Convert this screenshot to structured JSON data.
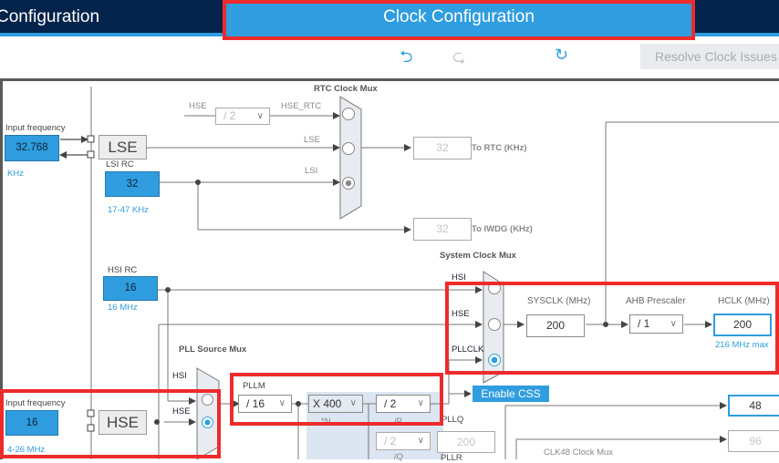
{
  "header": {
    "left_title": "Configuration",
    "active_tab": "Clock Configuration"
  },
  "toolbar": {
    "undo_icon": "undo-icon",
    "redo_icon": "redo-icon",
    "reset_icon": "refresh-icon",
    "resolve_label": "Resolve Clock Issues"
  },
  "lse": {
    "input_label": "Input frequency",
    "value": "32.768",
    "unit": "KHz",
    "block": "LSE"
  },
  "lsi": {
    "label": "LSI RC",
    "value": "32",
    "range": "17-47 KHz"
  },
  "rtc_mux": {
    "title": "RTC Clock Mux",
    "hse_label": "HSE",
    "hse_div": "/ 2",
    "inputs": [
      "HSE_RTC",
      "LSE",
      "LSI"
    ],
    "selected": "LSI",
    "rtc_value": "32",
    "rtc_label": "To RTC (KHz)",
    "iwdg_value": "32",
    "iwdg_label": "To IWDG (KHz)"
  },
  "hsi": {
    "label": "HSI RC",
    "value": "16",
    "unit": "16 MHz"
  },
  "sys_mux": {
    "title": "System Clock Mux",
    "inputs": [
      "HSI",
      "HSE",
      "PLLCLK"
    ],
    "selected": "PLLCLK"
  },
  "sysclk": {
    "label": "SYSCLK (MHz)",
    "value": "200"
  },
  "ahb": {
    "label": "AHB Prescaler",
    "value": "/ 1"
  },
  "hclk": {
    "label": "HCLK (MHz)",
    "value": "200",
    "max": "216 MHz max"
  },
  "pll_src_mux": {
    "title": "PLL Source Mux",
    "inputs": [
      "HSI",
      "HSE"
    ],
    "selected": "HSE"
  },
  "hse": {
    "input_label": "Input frequency",
    "value": "16",
    "range": "4-26 MHz",
    "block": "HSE"
  },
  "pll": {
    "pllm_label": "PLLM",
    "pllm": "/ 16",
    "n": "X 400",
    "n_label": "*N",
    "p": "/ 2",
    "p_label": "/P",
    "q": "/ 2",
    "q_label": "/Q",
    "pllq_label": "PLLQ",
    "pllq_value": "200",
    "pllr_label": "PLLR"
  },
  "css_button": "Enable CSS",
  "outputs": {
    "out1": "48",
    "out2": "96",
    "clk48_mux": "CLK48 Clock Mux"
  }
}
